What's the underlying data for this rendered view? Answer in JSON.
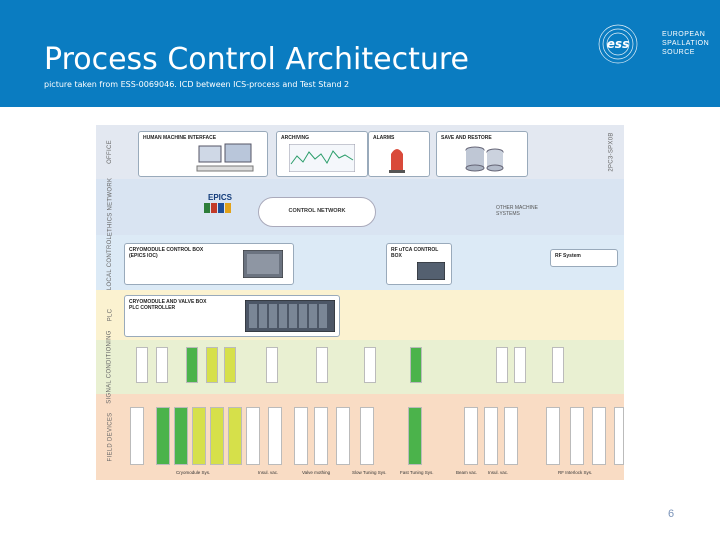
{
  "slide": {
    "title": "Process Control Architecture",
    "subtitle": "picture taken from ESS-0069046. ICD between ICS-process and Test Stand 2",
    "page_number": "6"
  },
  "logo": {
    "mark": "ess",
    "lines": [
      "EUROPEAN",
      "SPALLATION",
      "SOURCE"
    ]
  },
  "diagram": {
    "bands": [
      {
        "label": "OFFICE",
        "color": "#e3e8f1"
      },
      {
        "label": "ETHICS NETWORK",
        "color": "#d9e4f2"
      },
      {
        "label": "LOCAL CONTROL",
        "color": "#dceaf6"
      },
      {
        "label": "PLC",
        "color": "#fbf2d0"
      },
      {
        "label": "SIGNAL CONDITIONING",
        "color": "#e9f0d2"
      },
      {
        "label": "FIELD DEVICES",
        "color": "#f9dcc4"
      }
    ],
    "side_label": "2PC3-SPX0B",
    "office_boxes": [
      "HUMAN MACHINE INTERFACE",
      "ARCHIVING",
      "ALARMS",
      "SAVE AND RESTORE"
    ],
    "epics_label": "EPICS",
    "network_label": "CONTROL NETWORK",
    "other_systems": "OTHER MACHINE SYSTEMS",
    "local_box_1": "CRYOMODULE CONTROL BOX (EPICS IOC)",
    "local_box_2": "RF uTCA CONTROL BOX",
    "plc_box": "CRYOMODULE AND VALVE BOX PLC CONTROLLER",
    "rf_system": "RF System",
    "footer_groups": [
      "Cryomodule Sys.",
      "Insul. vac.",
      "Valve mothing",
      "Slow Tuning Sys.",
      "Fast Tuning Sys.",
      "Beam vac.",
      "Insul. vac.",
      "RF Interlock Sys."
    ]
  }
}
